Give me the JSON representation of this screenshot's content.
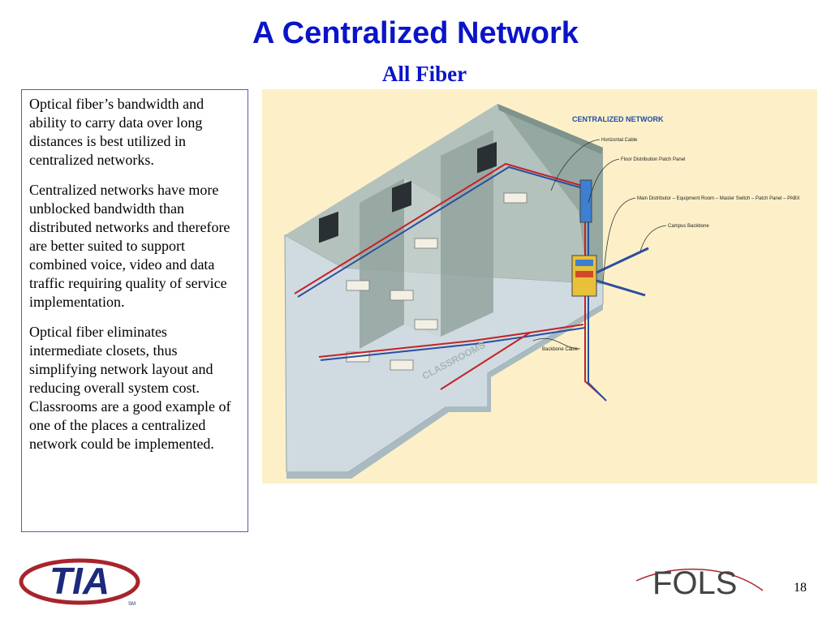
{
  "slide": {
    "title": "A Centralized Network",
    "subtitle": "All Fiber",
    "page_number": "18"
  },
  "body": {
    "paragraphs": [
      "Optical fiber’s bandwidth and ability to carry data over long distances is best utilized in centralized networks.",
      "Centralized networks have more unblocked bandwidth than distributed networks and therefore are better suited to support combined voice, video and data traffic requiring quality of service implementation.",
      "Optical fiber eliminates intermediate closets, thus simplifying network layout and reducing overall system cost.  Classrooms are a good example of one of the places a centralized network could be implemented."
    ]
  },
  "diagram": {
    "heading": "CENTRALIZED NETWORK",
    "callouts": [
      "Horizontal Cable",
      "Floor Distribution Patch Panel",
      "Main Distributor – Equipment Room – Master Switch – Patch Panel – PABX",
      "Campus Backbone",
      "Backbone Cable"
    ],
    "floor_label": "CLASSROOMS",
    "colors": {
      "background": "#fdf0c8",
      "heading": "#1f4aa8",
      "wall": "#9aaca6",
      "floor": "#cfdbe0",
      "cable_red": "#c4222a",
      "cable_blue": "#2a4fa0"
    }
  },
  "logos": {
    "tia": {
      "text": "TIA",
      "mark": "SM"
    },
    "fols": {
      "text": "FOLS"
    }
  }
}
